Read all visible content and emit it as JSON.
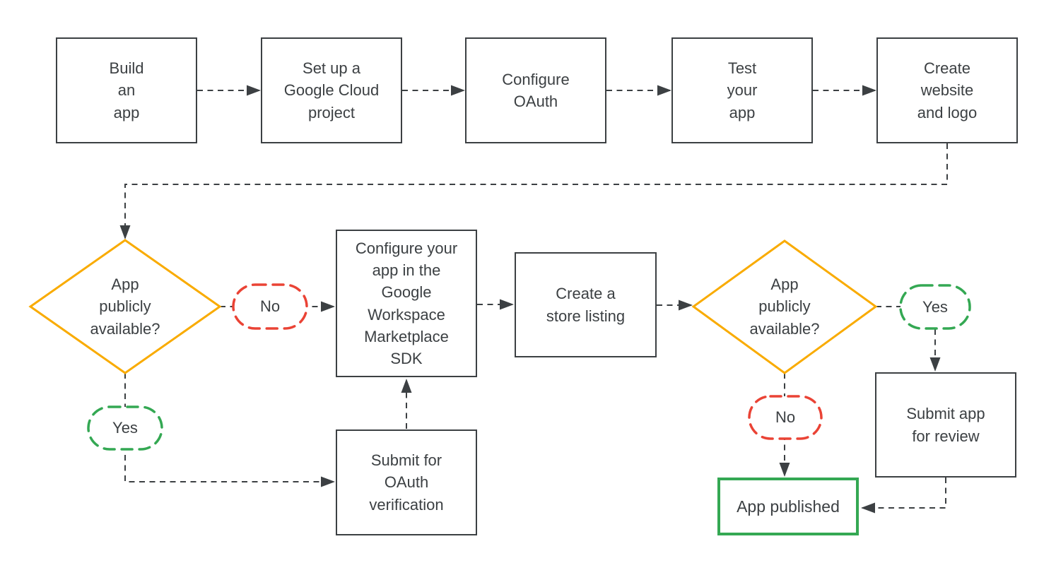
{
  "title": "Google Workspace Marketplace app publishing flowchart",
  "colors": {
    "ink": "#3c4043",
    "decision": "#f9ab00",
    "no": "#ea4335",
    "yes": "#34a853",
    "published": "#34a853",
    "bg": "#ffffff"
  },
  "nodes": {
    "build_app": {
      "label": "Build\nan\napp"
    },
    "cloud_project": {
      "label": "Set up a\nGoogle Cloud\nproject"
    },
    "configure_oauth": {
      "label": "Configure\nOAuth"
    },
    "test_app": {
      "label": "Test\nyour\napp"
    },
    "website_logo": {
      "label": "Create\nwebsite\nand logo"
    },
    "decision_1": {
      "label": "App\npublicly\navailable?"
    },
    "no_1": {
      "label": "No"
    },
    "yes_1": {
      "label": "Yes"
    },
    "marketplace_sdk": {
      "label": "Configure your\napp in the\nGoogle\nWorkspace\nMarketplace\nSDK"
    },
    "store_listing": {
      "label": "Create a\nstore listing"
    },
    "submit_oauth": {
      "label": "Submit for\nOAuth\nverification"
    },
    "decision_2": {
      "label": "App\npublicly\navailable?"
    },
    "yes_2": {
      "label": "Yes"
    },
    "no_2": {
      "label": "No"
    },
    "submit_review": {
      "label": "Submit app\nfor review"
    },
    "app_published": {
      "label": "App published"
    }
  }
}
